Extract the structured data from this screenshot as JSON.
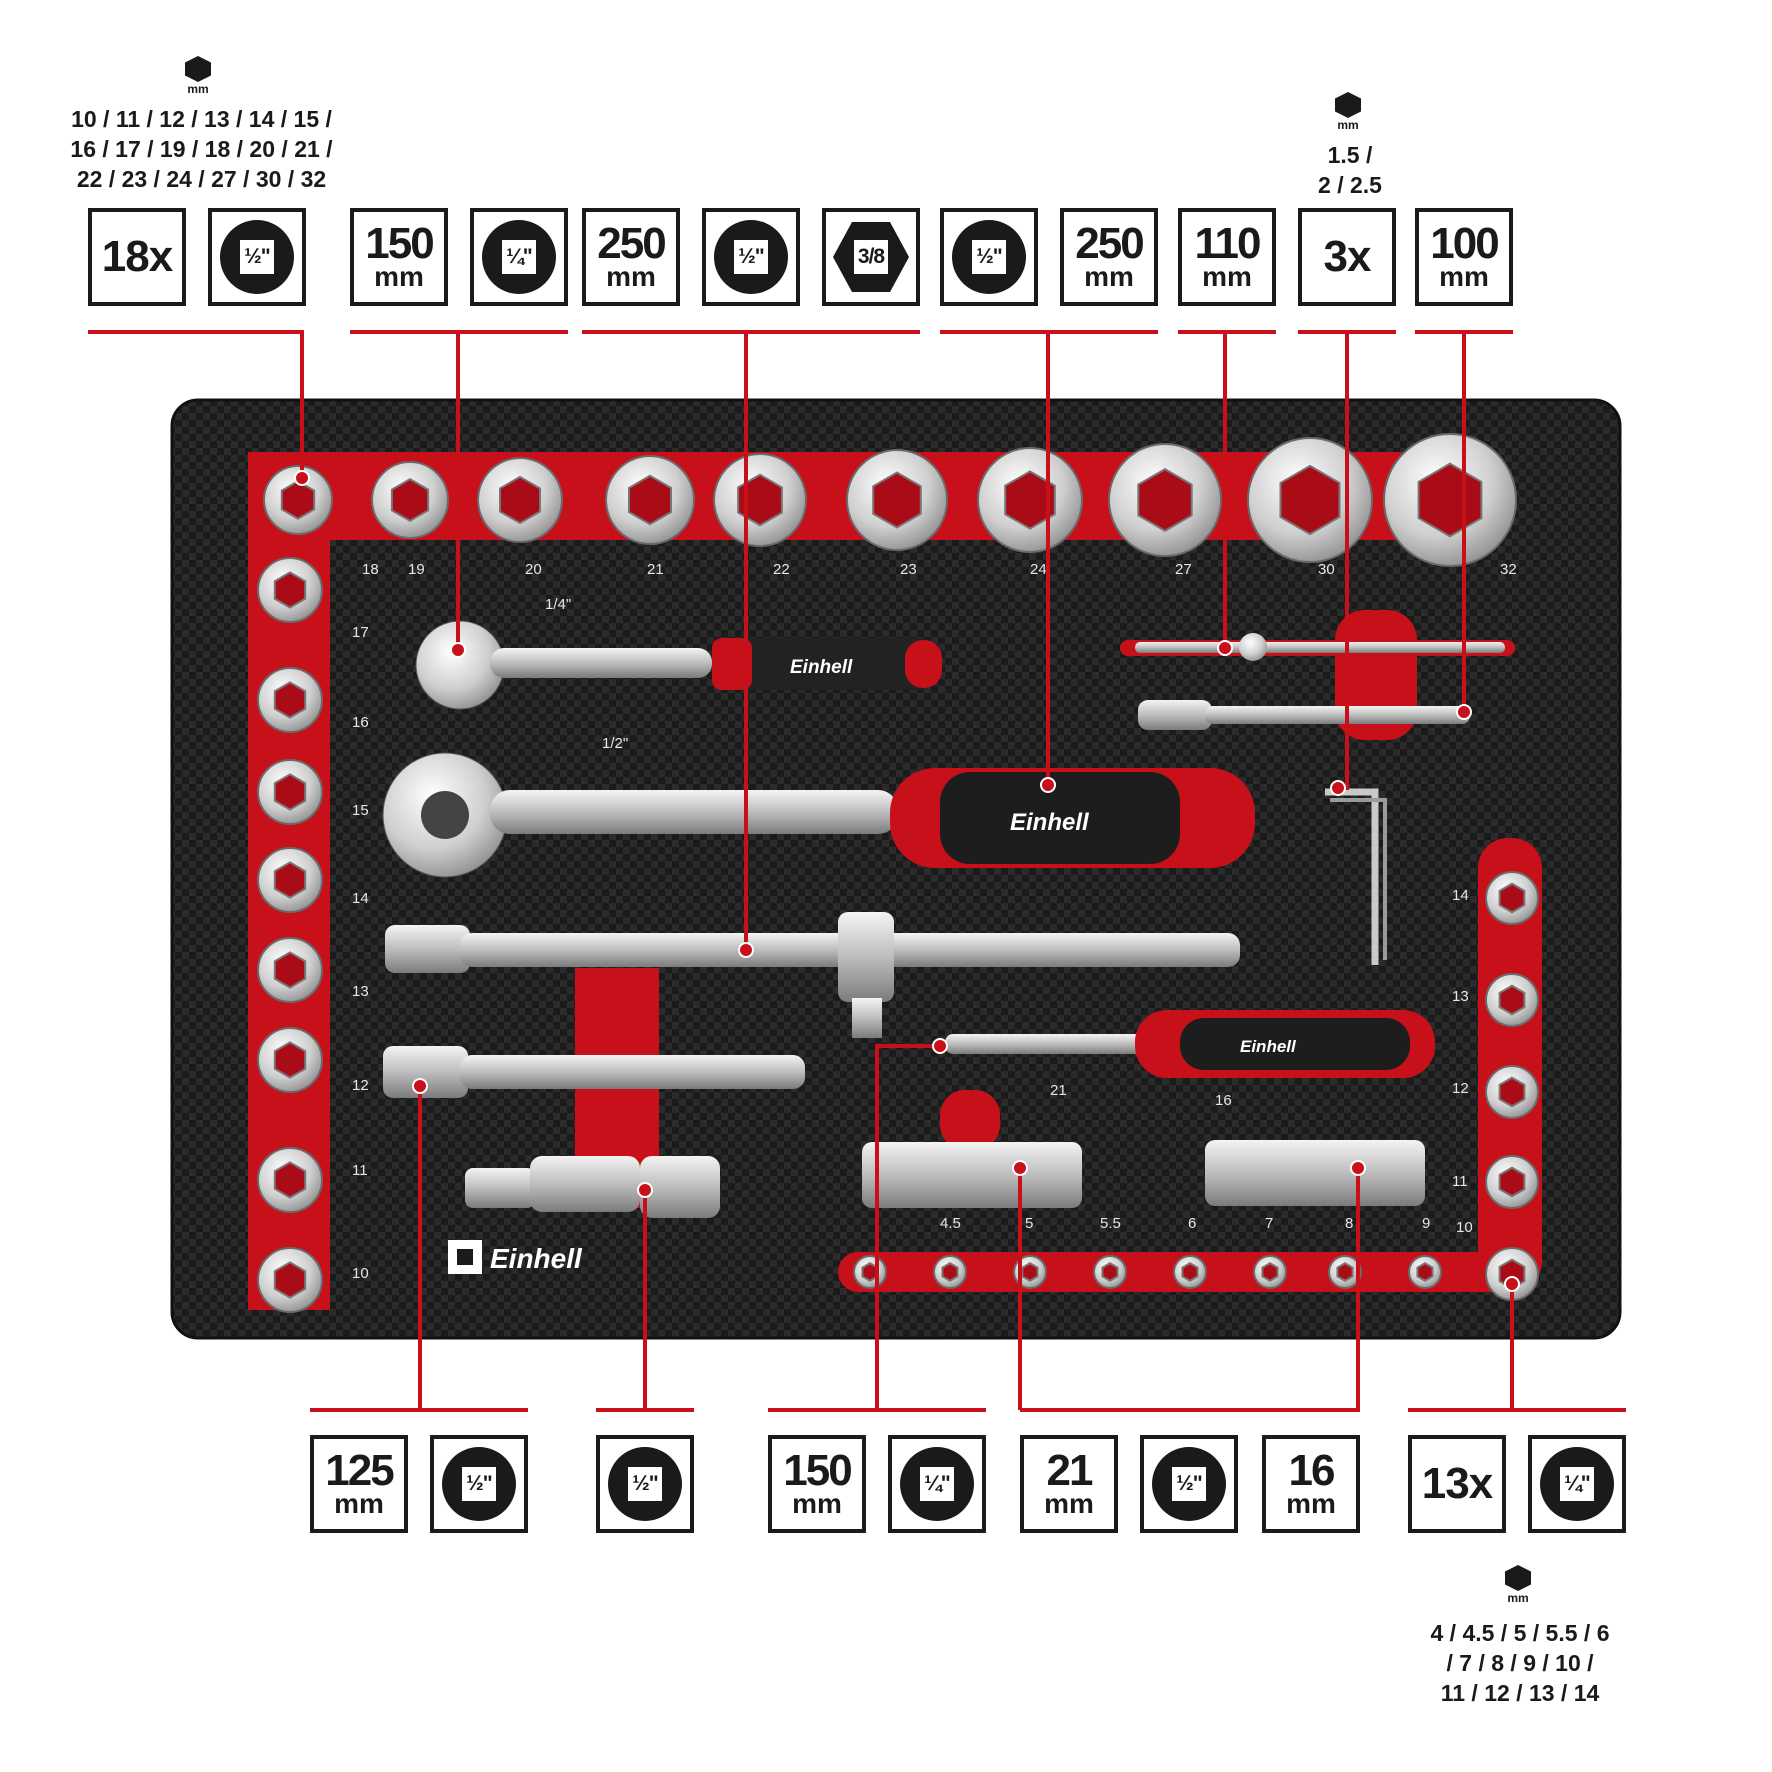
{
  "top_sizes_left": {
    "unit": "mm",
    "lines": [
      "10 / 11 / 12 / 13 / 14 / 15 /",
      "16 / 17 / 19 / 18 / 20 / 21 /",
      "22 / 23 / 24 / 27 / 30 / 32"
    ]
  },
  "top_sizes_right": {
    "unit": "mm",
    "lines": [
      "1.5 /",
      "2 / 2.5"
    ]
  },
  "bottom_sizes_right": {
    "unit": "mm",
    "lines": [
      "4 / 4.5 / 5 / 5.5 / 6",
      "/ 7 / 8 / 9 / 10 /",
      "11 / 12 / 13 / 14"
    ]
  },
  "top_boxes": [
    {
      "kind": "count",
      "text": "18x"
    },
    {
      "kind": "drive",
      "text": "½\""
    },
    {
      "kind": "length",
      "value": "150",
      "unit": "mm"
    },
    {
      "kind": "drive",
      "text": "¼\""
    },
    {
      "kind": "length",
      "value": "250",
      "unit": "mm"
    },
    {
      "kind": "drive",
      "text": "½\""
    },
    {
      "kind": "drive_hex",
      "text": "3/8"
    },
    {
      "kind": "drive",
      "text": "½\""
    },
    {
      "kind": "length",
      "value": "250",
      "unit": "mm"
    },
    {
      "kind": "length",
      "value": "110",
      "unit": "mm"
    },
    {
      "kind": "count",
      "text": "3x"
    },
    {
      "kind": "length",
      "value": "100",
      "unit": "mm"
    }
  ],
  "bottom_boxes": [
    {
      "kind": "length",
      "value": "125",
      "unit": "mm"
    },
    {
      "kind": "drive",
      "text": "½\""
    },
    {
      "kind": "drive",
      "text": "½\""
    },
    {
      "kind": "length",
      "value": "150",
      "unit": "mm"
    },
    {
      "kind": "drive",
      "text": "¼\""
    },
    {
      "kind": "length",
      "value": "21",
      "unit": "mm"
    },
    {
      "kind": "drive",
      "text": "½\""
    },
    {
      "kind": "length",
      "value": "16",
      "unit": "mm"
    },
    {
      "kind": "count",
      "text": "13x"
    },
    {
      "kind": "drive",
      "text": "¼\""
    }
  ],
  "tray": {
    "brand": "Einhell",
    "top_row_labels": [
      "18",
      "19",
      "20",
      "21",
      "22",
      "23",
      "24",
      "27",
      "30",
      "32"
    ],
    "left_column_labels": [
      "17",
      "16",
      "15",
      "14",
      "13",
      "12",
      "11",
      "10"
    ],
    "right_column_labels": [
      "14",
      "13",
      "12",
      "11",
      "10"
    ],
    "bottom_row_labels": [
      "4.5",
      "5",
      "5.5",
      "6",
      "7",
      "8",
      "9"
    ],
    "ratchet_labels": [
      "1/4\"",
      "1/2\""
    ],
    "deep_socket_labels": [
      "21",
      "16"
    ]
  },
  "colors": {
    "accent": "#d2101e",
    "foam": "#1c1c1c",
    "chrome": "#d9d9d9"
  }
}
